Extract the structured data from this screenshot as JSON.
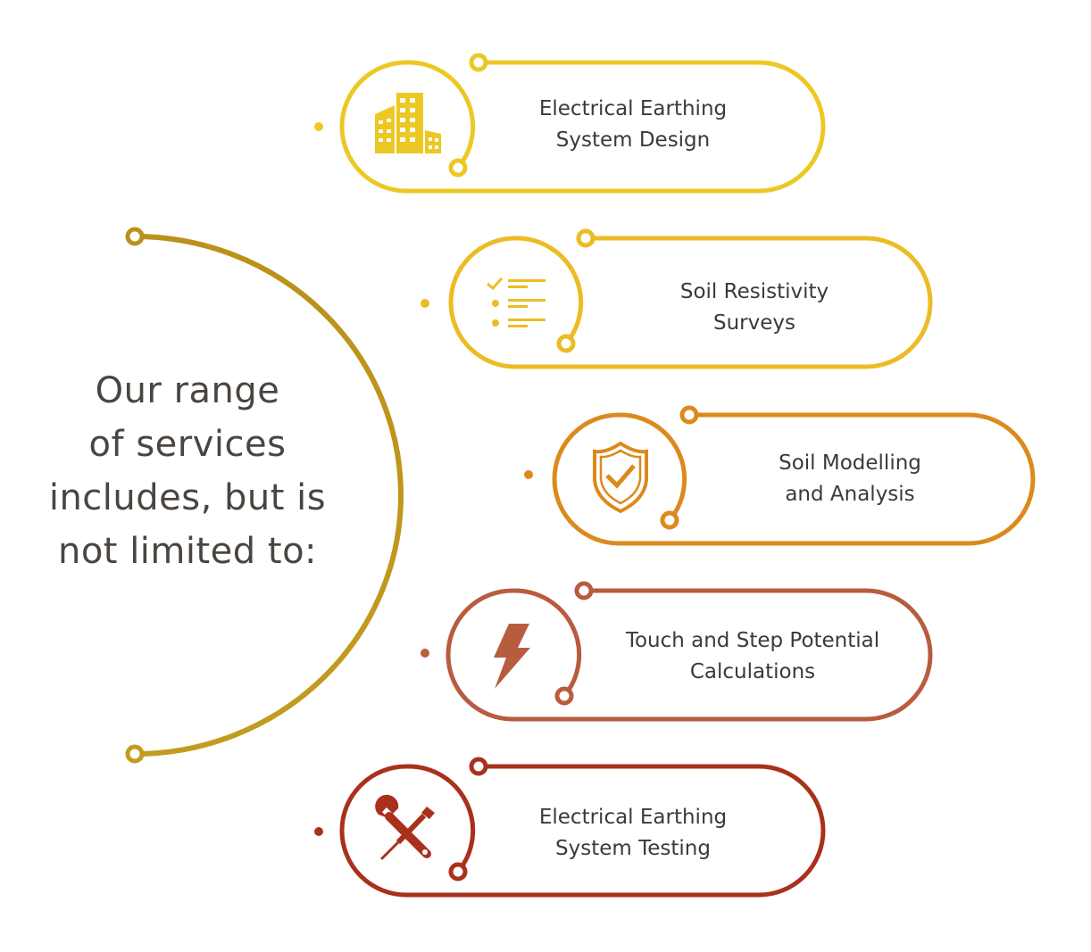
{
  "intro": {
    "lines": [
      "Our range",
      "of services",
      "includes, but is",
      "not limited to:"
    ]
  },
  "services": [
    {
      "icon": "buildings-icon",
      "color": "#ecc825",
      "lines": [
        "Electrical Earthing",
        "System Design"
      ]
    },
    {
      "icon": "checklist-icon",
      "color": "#ecbc24",
      "lines": [
        "Soil Resistivity",
        "Surveys"
      ]
    },
    {
      "icon": "shield-check-icon",
      "color": "#dc8a1c",
      "lines": [
        "Soil Modelling",
        "and Analysis"
      ]
    },
    {
      "icon": "lightning-icon",
      "color": "#b85c40",
      "lines": [
        "Touch and Step Potential",
        "Calculations"
      ]
    },
    {
      "icon": "wrench-screwdriver-icon",
      "color": "#a9311c",
      "lines": [
        "Electrical Earthing",
        "System Testing"
      ]
    }
  ],
  "colors": {
    "arc": "#c0991c",
    "text": "#3d3a36"
  }
}
